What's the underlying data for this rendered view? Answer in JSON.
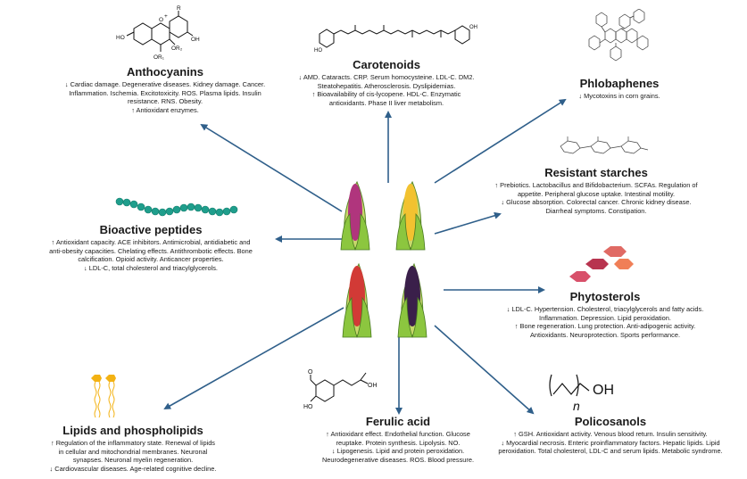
{
  "arrow_color": "#2f5f8a",
  "sections": {
    "anthocyanins": {
      "title": "Anthocyanins",
      "lines": [
        "↓ Cardiac damage. Degenerative diseases. Kidney damage. Cancer.",
        "Inflammation. Ischemia. Excitotoxicity. ROS. Plasma lipids. Insulin",
        "resistance. RNS. Obesity.",
        "↑ Antioxidant enzymes."
      ],
      "structure_labels": {
        "oh_left": "HO",
        "r_top": "R",
        "oh_right": "OH",
        "o_plus": "O",
        "plus": "+",
        "r2": "OR₂",
        "r1": "OR₁"
      }
    },
    "carotenoids": {
      "title": "Carotenoids",
      "lines": [
        "↓ AMD. Cataracts. CRP. Serum homocysteine. LDL-C. DM2.",
        "Steatohepatitis. Atherosclerosis. Dyslipidemias.",
        "↑ Bioavailability of cis-lycopene. HDL-C. Enzymatic",
        "antioxidants. Phase II liver metabolism."
      ],
      "structure_labels": {
        "oh_right": "OH",
        "ho_left": "HO"
      }
    },
    "phlobaphenes": {
      "title": "Phlobaphenes",
      "lines": [
        "↓ Mycotoxins in corn grains."
      ]
    },
    "resistant_starches": {
      "title": "Resistant starches",
      "lines": [
        "↑ Prebiotics. Lactobacillus and Bifidobacterium. SCFAs. Regulation of",
        "appetite. Peripheral glucose uptake. Intestinal motility.",
        "↓ Glucose absorption. Colorectal cancer. Chronic kidney disease.",
        "Diarrheal symptoms. Constipation."
      ]
    },
    "bioactive_peptides": {
      "title": "Bioactive peptides",
      "lines": [
        "↑ Antioxidant capacity. ACE inhibitors. Antimicrobial, antidiabetic and",
        "anti-obesity capacities. Chelating effects. Antithrombotic effects. Bone",
        "calcification. Opioid activity. Anticancer properties.",
        "↓ LDL-C, total cholesterol and triacylglycerols."
      ]
    },
    "phytosterols": {
      "title": "Phytosterols",
      "lines": [
        "↓ LDL-C. Hypertension. Cholesterol, triacylglycerols and fatty acids.",
        "Inflammation. Depression. Lipid peroxidation.",
        "↑ Bone regeneration. Lung protection. Anti-adipogenic activity.",
        "Antioxidants. Neuroprotection. Sports performance."
      ]
    },
    "lipids": {
      "title": "Lipids and phospholipids",
      "lines": [
        "↑ Regulation of the inflammatory state. Renewal of lipids",
        "in cellular and mitochondrial membranes. Neuronal",
        "synapses. Neuronal myelin regeneration.",
        "↓ Cardiovascular diseases. Age-related cognitive decline."
      ]
    },
    "ferulic_acid": {
      "title": "Ferulic acid",
      "lines": [
        "↑ Antioxidant effect. Endothelial function. Glucose",
        "reuptake. Protein synthesis. Lipolysis. NO.",
        "↓ Lipogenesis. Lipid and protein peroxidation.",
        "Neurodegenerative diseases. ROS. Blood pressure."
      ],
      "structure_labels": {
        "o": "O",
        "ho": "HO",
        "oh": "OH"
      }
    },
    "policosanols": {
      "title": "Policosanols",
      "lines": [
        "↑ GSH. Antioxidant activity. Venous blood return. Insulin sensitivity.",
        "↓ Myocardial necrosis. Enteric proinflammatory factors. Hepatic lipids. Lipid",
        "peroxidation. Total cholesterol, LDL-C and serum lipids. Metabolic syndrome."
      ],
      "structure_labels": {
        "oh": "OH",
        "n": "n"
      }
    }
  },
  "corn_colors": [
    "#b0357d",
    "#f2c230",
    "#d23a36",
    "#3a1f4a"
  ],
  "peptide_color": "#1f9e8c",
  "phytosterol_colors": [
    "#d8506a",
    "#b8344f",
    "#f07f57"
  ],
  "lipid_color": "#f3b213"
}
